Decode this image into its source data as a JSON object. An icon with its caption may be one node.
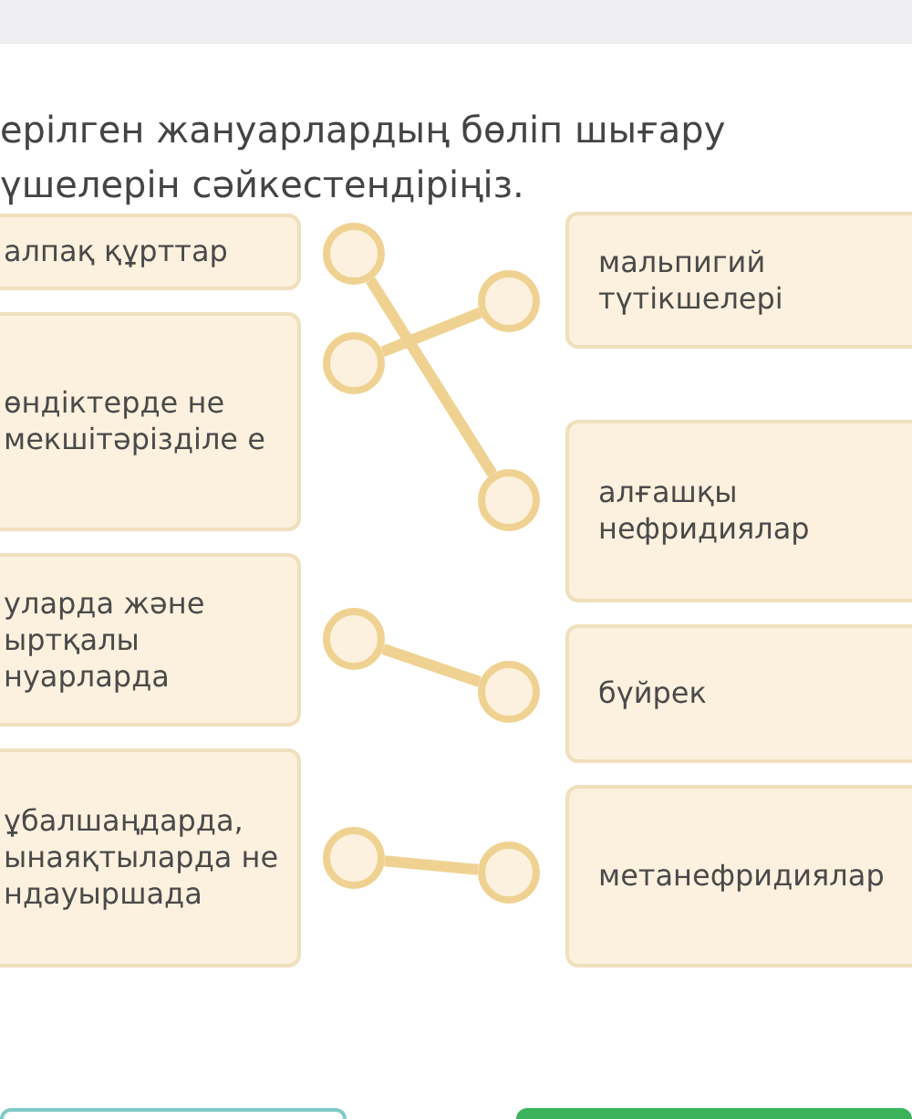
{
  "diagram": {
    "nodes": [
      {
        "text": [
          "алпақ құрттар"
        ]
      },
      {
        "text": [
          "өндіктерде не мекшітәрізділе е"
        ]
      },
      {
        "text": [
          "уларда және ыртқалы нуарларда"
        ]
      },
      {
        "text": [
          "ұбалшаңдарда, ынаяқтыларда не ндауыршада"
        ]
      },
      {
        "text": [],
        "shape": "circle"
      },
      {
        "text": [],
        "shape": "circle"
      },
      {
        "text": [],
        "shape": "circle"
      },
      {
        "text": [],
        "shape": "circle"
      },
      {
        "text": [],
        "shape": "circle"
      },
      {
        "text": [],
        "shape": "circle"
      },
      {
        "text": [],
        "shape": "circle"
      },
      {
        "text": [],
        "shape": "circle"
      },
      {
        "text": [
          "мальпигий түтікшелері"
        ]
      },
      {
        "text": [
          "алғашқы нефридиялар"
        ]
      },
      {
        "text": [
          "бүйрек"
        ]
      },
      {
        "text": [
          "метанефридиялар"
        ]
      },
      {
        "text": [],
        "shape": "bar"
      },
      {
        "text": [],
        "shape": "box"
      },
      {
        "text": [],
        "shape": "box"
      }
    ],
    "edges": [
      {
        "from": 4,
        "to": 9,
        "arrow": "none"
      },
      {
        "from": 5,
        "to": 8,
        "arrow": "none"
      },
      {
        "from": 6,
        "to": 10,
        "arrow": "none"
      },
      {
        "from": 7,
        "to": 11,
        "arrow": "none"
      }
    ],
    "labels": [
      "ерілген жануарлардың бөліп шығару үшелерін сәйкестендіріңіз."
    ]
  }
}
